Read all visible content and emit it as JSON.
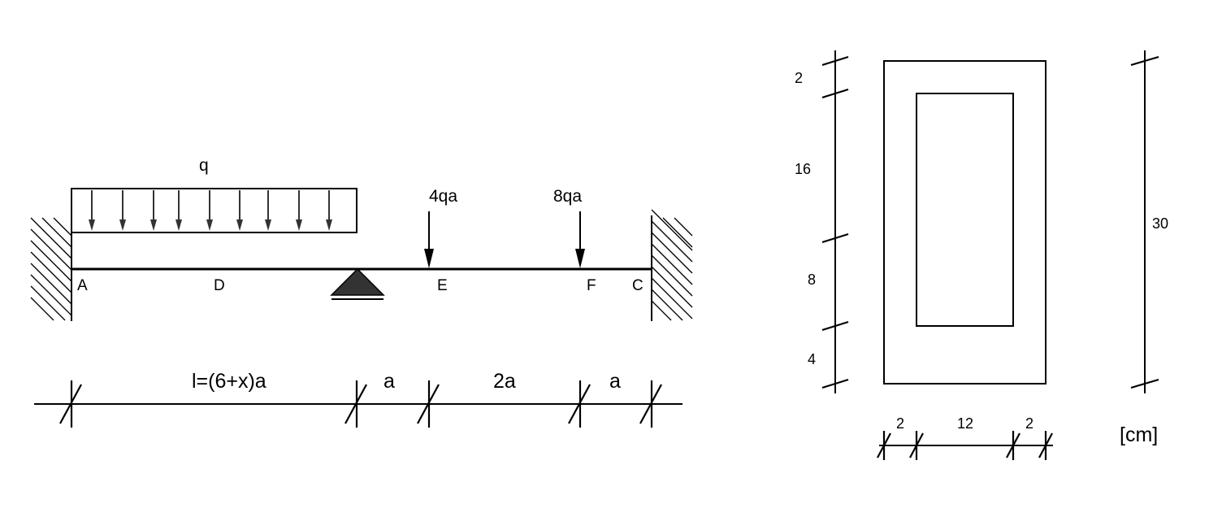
{
  "beam": {
    "load_q": "q",
    "force_e": "4qa",
    "force_f": "8qa",
    "points": {
      "a": "A",
      "d": "D",
      "e": "E",
      "f": "F",
      "c": "C"
    },
    "spans": {
      "s1": "l=(6+x)a",
      "s2": "a",
      "s3": "2a",
      "s4": "a"
    }
  },
  "section": {
    "left_dims": {
      "d1": "2",
      "d2": "16",
      "d3": "8",
      "d4": "4"
    },
    "total_height": "30",
    "bottom_dims": {
      "w1": "2",
      "w2": "12",
      "w3": "2"
    },
    "unit": "[cm]"
  }
}
